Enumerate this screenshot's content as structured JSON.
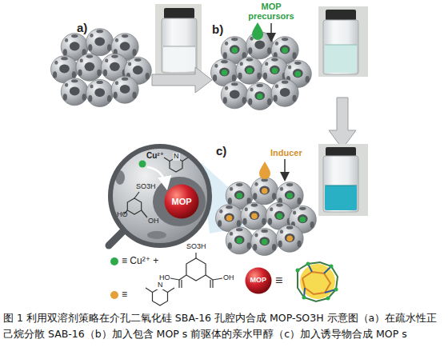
{
  "diagram": {
    "caption": "图 1 利用双溶剂策略在介孔二氧化硅 SBA-16 孔腔内合成 MOP-SO3H 示意图（a）在疏水性正己烷分散 SAB-16（b）加入包含 MOP s 前驱体的亲水甲醇（c）加入诱导物合成 MOP s",
    "nodes": [
      {
        "text": [
          "Cu²⁺",
          "N",
          "SO3H",
          "HO",
          "OH"
        ]
      },
      {
        "text": [
          "MOP"
        ],
        "in": 0
      },
      {
        "text": [
          "MOP"
        ]
      }
    ],
    "labels": [
      "a)",
      "b)",
      "c)",
      "MOP precursors",
      "Inducer",
      "SO3H",
      "HO",
      "OH",
      "N",
      "≡"
    ],
    "legend": [
      {
        "text": "≡ Cu²⁺ +",
        "color": "#2faa4a"
      },
      {
        "text": "≡",
        "color": "#e5a03a"
      }
    ]
  }
}
